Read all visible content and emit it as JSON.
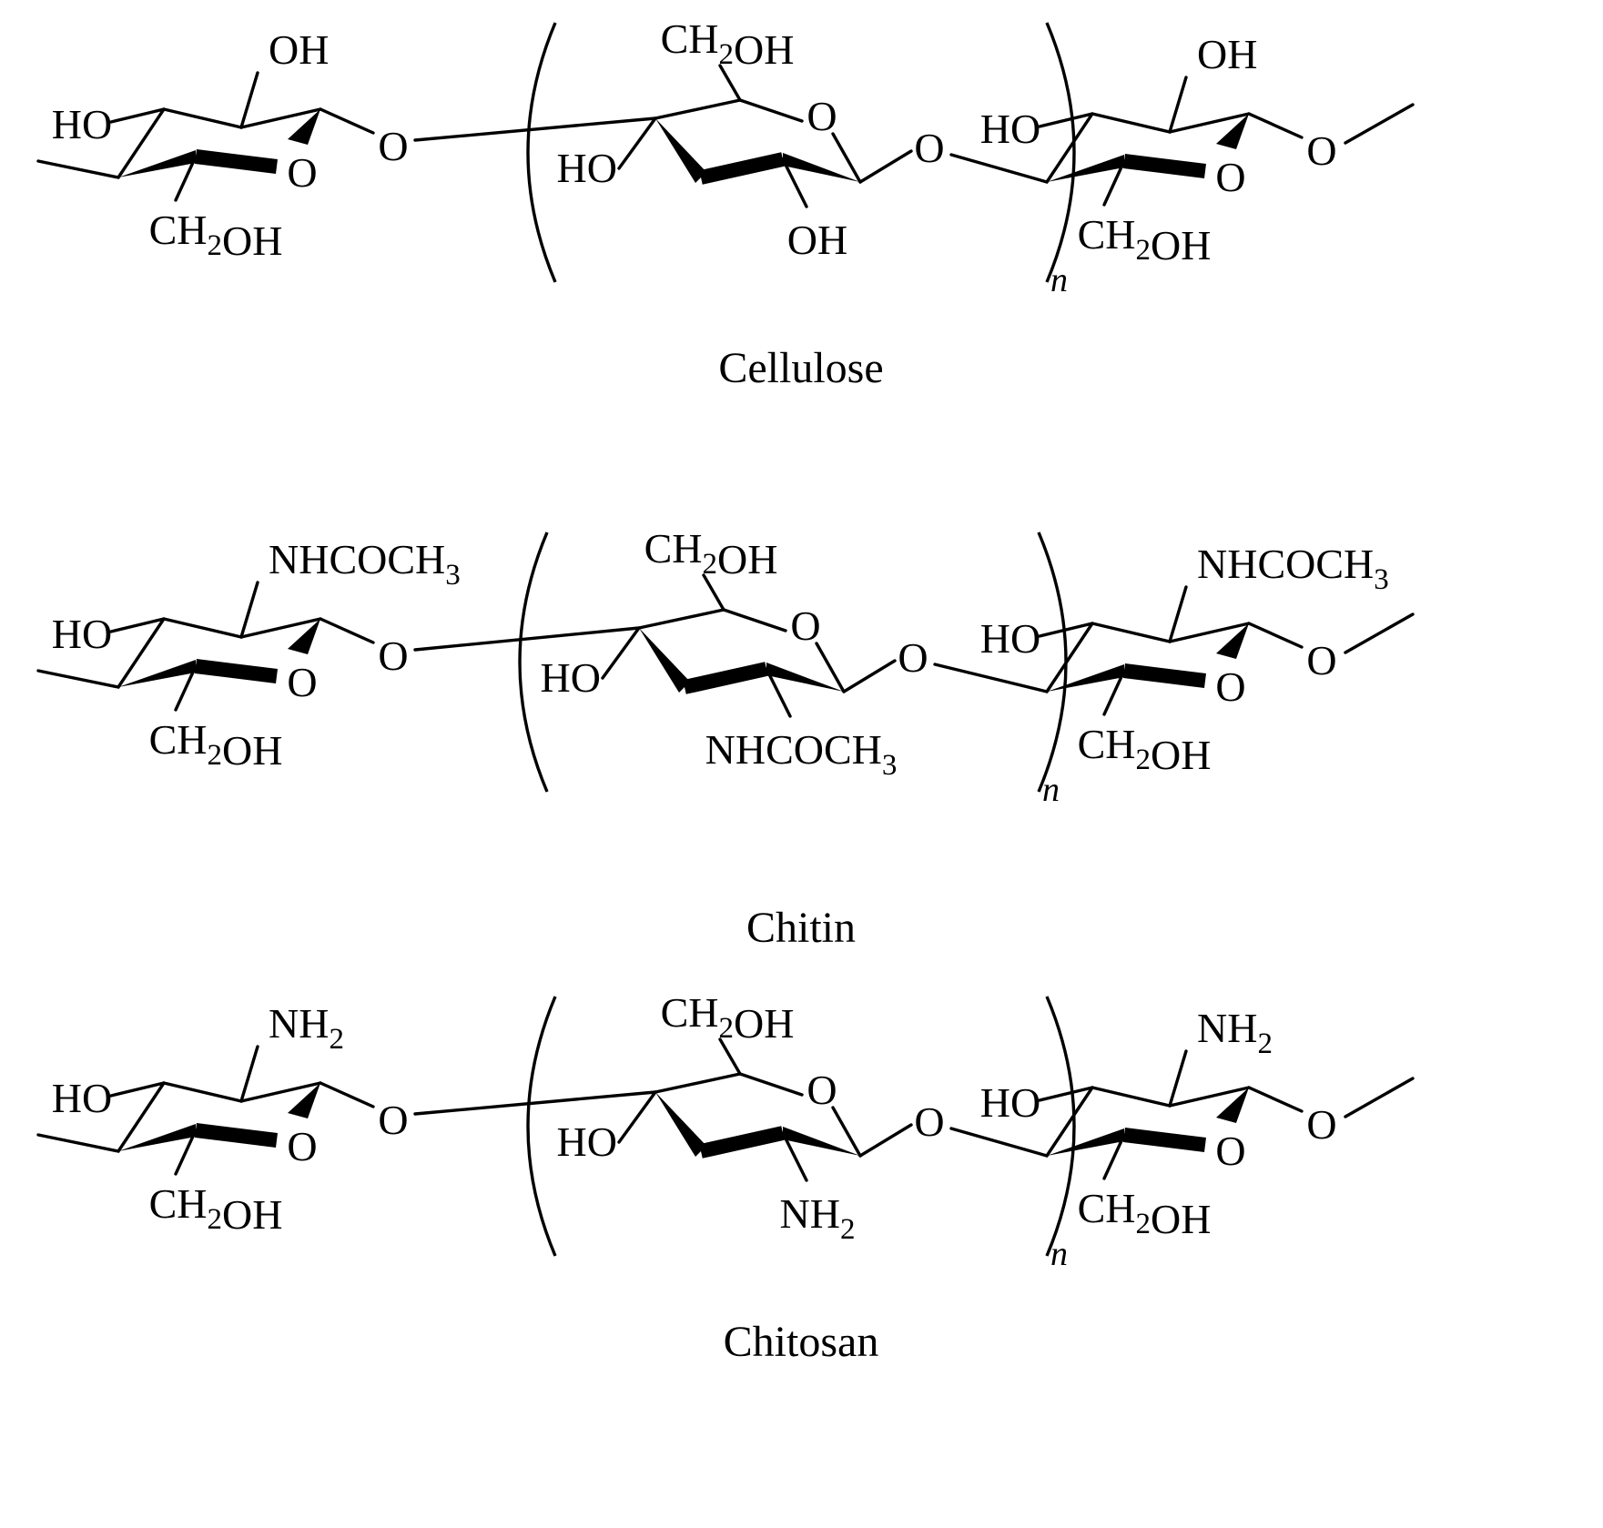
{
  "diagram": {
    "structures": [
      {
        "name": "Cellulose",
        "caption": "Cellulose",
        "repeat_subscript": "n",
        "left_unit": {
          "top": "OH",
          "left": "HO",
          "ring_oxygen": "O",
          "bottom": "CH2OH",
          "linkage": "O"
        },
        "repeat_unit": {
          "top": "CH2OH",
          "left": "HO",
          "ring_oxygen": "O",
          "bottom": "OH",
          "linkage": "O"
        },
        "right_unit": {
          "top": "OH",
          "left": "HO",
          "ring_oxygen": "O",
          "bottom": "CH2OH",
          "linkage": "O"
        }
      },
      {
        "name": "Chitin",
        "caption": "Chitin",
        "repeat_subscript": "n",
        "left_unit": {
          "top": "NHCOCH3",
          "left": "HO",
          "ring_oxygen": "O",
          "bottom": "CH2OH",
          "linkage": "O"
        },
        "repeat_unit": {
          "top": "CH2OH",
          "left": "HO",
          "ring_oxygen": "O",
          "bottom": "NHCOCH3",
          "linkage": "O"
        },
        "right_unit": {
          "top": "NHCOCH3",
          "left": "HO",
          "ring_oxygen": "O",
          "bottom": "CH2OH",
          "linkage": "O"
        }
      },
      {
        "name": "Chitosan",
        "caption": "Chitosan",
        "repeat_subscript": "n",
        "left_unit": {
          "top": "NH2",
          "left": "HO",
          "ring_oxygen": "O",
          "bottom": "CH2OH",
          "linkage": "O"
        },
        "repeat_unit": {
          "top": "CH2OH",
          "left": "HO",
          "ring_oxygen": "O",
          "bottom": "NH2",
          "linkage": "O"
        },
        "right_unit": {
          "top": "NH2",
          "left": "HO",
          "ring_oxygen": "O",
          "bottom": "CH2OH",
          "linkage": "O"
        }
      }
    ]
  }
}
